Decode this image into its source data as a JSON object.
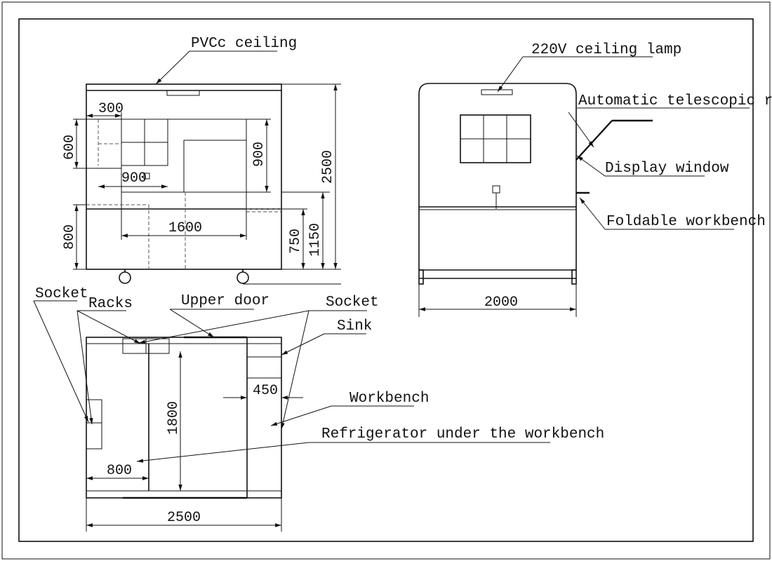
{
  "labels": {
    "pvc_ceiling": "PVCc ceiling",
    "ceiling_lamp": "220V ceiling lamp",
    "telescopic_rod": "Automatic telescopic rod",
    "display_window": "Display window",
    "foldable_workbench": "Foldable workbench",
    "socket_left": "Socket",
    "racks": "Racks",
    "upper_door": "Upper door",
    "socket_right": "Socket",
    "sink": "Sink",
    "workbench": "Workbench",
    "refrigerator": "Refrigerator under the workbench"
  },
  "dimensions": {
    "d300": "300",
    "d600": "600",
    "d900_h": "900",
    "d900_v": "900",
    "d2500_v": "2500",
    "d800_v": "800",
    "d1600": "1600",
    "d750": "750",
    "d1150": "1150",
    "d2000": "2000",
    "d450": "450",
    "d1800": "1800",
    "d800_h": "800",
    "d2500_h": "2500"
  }
}
